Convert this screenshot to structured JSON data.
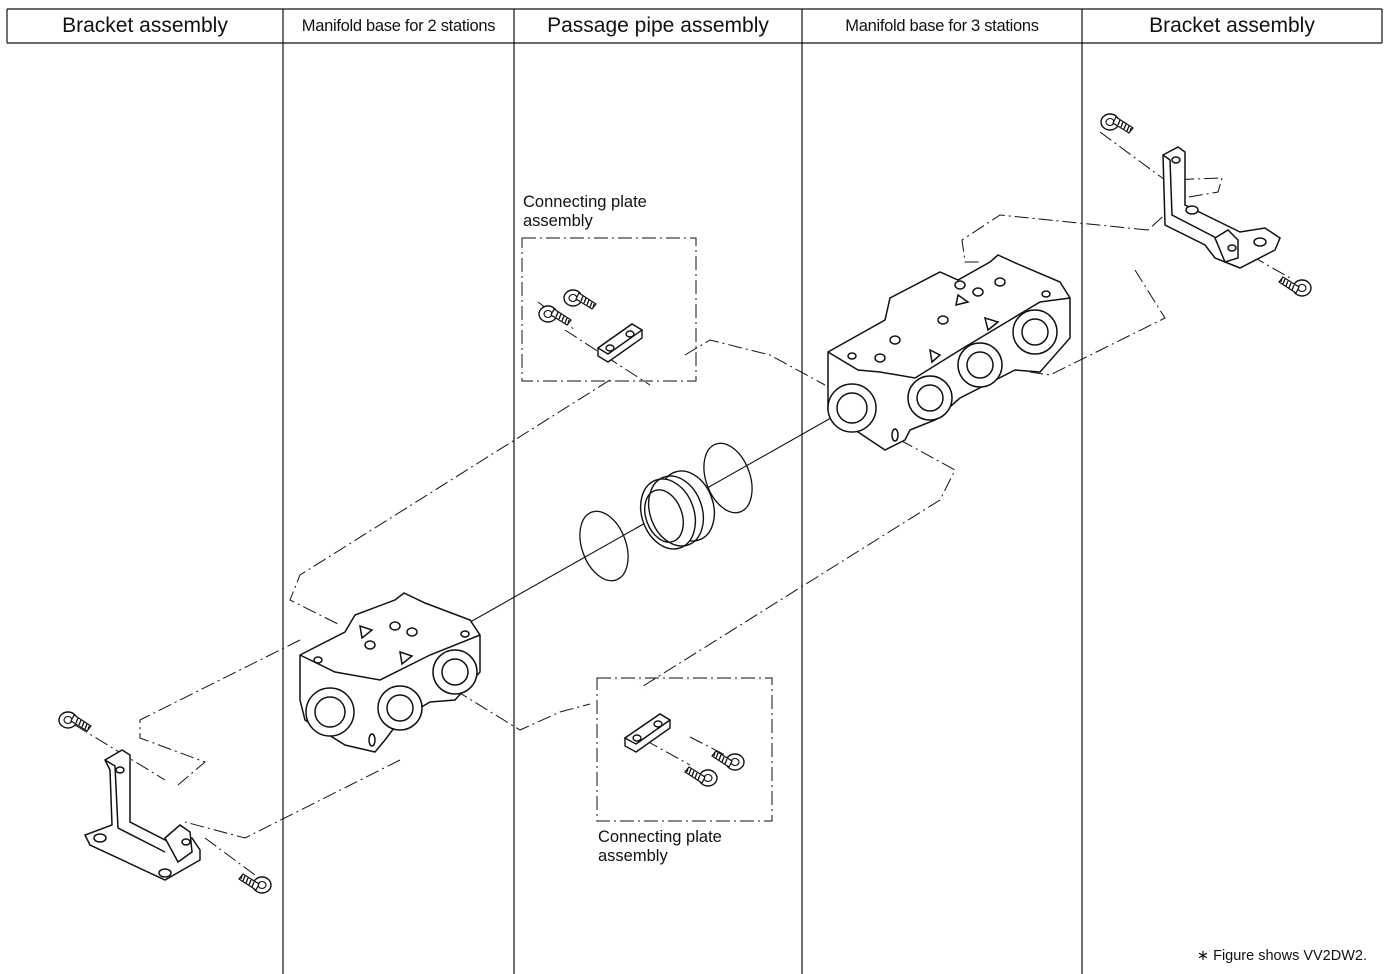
{
  "columns": [
    {
      "label": "Bracket assembly"
    },
    {
      "label": "Manifold base for 2 stations"
    },
    {
      "label": "Passage pipe assembly"
    },
    {
      "label": "Manifold base for 3 stations"
    },
    {
      "label": "Bracket assembly"
    }
  ],
  "labels": {
    "plate_upper": [
      "Connecting plate",
      "assembly"
    ],
    "plate_lower": [
      "Connecting plate",
      "assembly"
    ]
  },
  "footnote": "∗ Figure shows VV2DW2."
}
